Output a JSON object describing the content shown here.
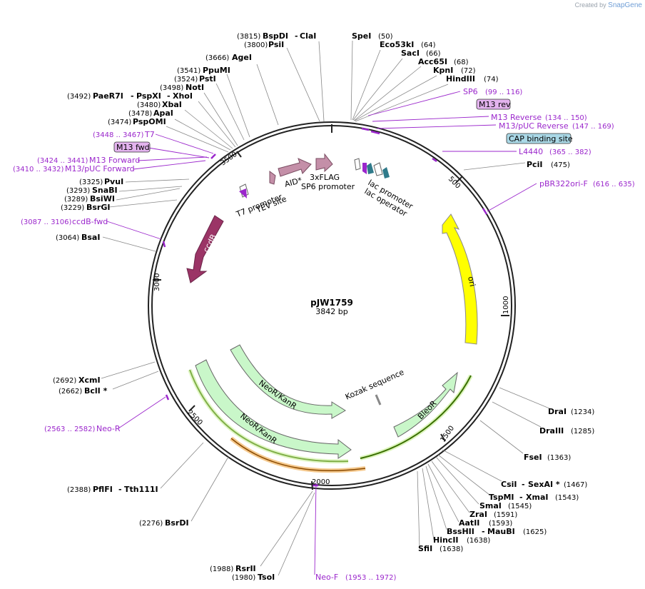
{
  "credit": {
    "prefix": "Created by",
    "brand": "SnapGene"
  },
  "plasmid": {
    "name": "pJW1759",
    "size_label": "3842 bp",
    "length": 3842
  },
  "ticks": [
    {
      "pos": 500,
      "label": "500"
    },
    {
      "pos": 1000,
      "label": "1000"
    },
    {
      "pos": 1500,
      "label": "1500"
    },
    {
      "pos": 2000,
      "label": "2000"
    },
    {
      "pos": 2500,
      "label": "2500"
    },
    {
      "pos": 3000,
      "label": "3000"
    },
    {
      "pos": 3500,
      "label": "3500"
    }
  ],
  "sites": [
    {
      "name": "BspDI",
      "pos": "(3815)",
      "sep": "-",
      "name2": "ClaI",
      "bp": 3815
    },
    {
      "name": "PsiI",
      "pos": "(3800)",
      "bp": 3800
    },
    {
      "name": "AgeI",
      "pos": "(3666)",
      "bp": 3666
    },
    {
      "name": "PpuMI",
      "pos": "(3541)",
      "bp": 3541
    },
    {
      "name": "PstI",
      "pos": "(3524)",
      "bp": 3524
    },
    {
      "name": "NotI",
      "pos": "(3498)",
      "bp": 3498
    },
    {
      "name": "PaeR7I",
      "pos": "(3492)",
      "sep": "-",
      "name2": "PspXI",
      "name3": "XhoI",
      "bp": 3492
    },
    {
      "name": "XbaI",
      "pos": "(3480)",
      "bp": 3480
    },
    {
      "name": "ApaI",
      "pos": "(3478)",
      "bp": 3478
    },
    {
      "name": "PspOMI",
      "pos": "(3474)",
      "bp": 3474
    },
    {
      "name": "PvuI",
      "pos": "(3325)",
      "bp": 3325
    },
    {
      "name": "SnaBI",
      "pos": "(3293)",
      "bp": 3293
    },
    {
      "name": "BsiWI",
      "pos": "(3289)",
      "bp": 3289
    },
    {
      "name": "BsrGI",
      "pos": "(3229)",
      "bp": 3229
    },
    {
      "name": "BsaI",
      "pos": "(3064)",
      "bp": 3064
    },
    {
      "name": "XcmI",
      "pos": "(2692)",
      "bp": 2692
    },
    {
      "name": "BclI *",
      "pos": "(2662)",
      "bp": 2662
    },
    {
      "name": "PflFI",
      "pos": "(2388)",
      "sep": "-",
      "name2": "Tth111I",
      "bp": 2388
    },
    {
      "name": "BsrDI",
      "pos": "(2276)",
      "bp": 2276
    },
    {
      "name": "RsrII",
      "pos": "(1988)",
      "bp": 1988
    },
    {
      "name": "TsoI",
      "pos": "(1980)",
      "bp": 1980
    },
    {
      "name": "SpeI",
      "pos": "(50)",
      "bp": 50
    },
    {
      "name": "Eco53kI",
      "pos": "(64)",
      "bp": 64
    },
    {
      "name": "SacI",
      "pos": "(66)",
      "bp": 66
    },
    {
      "name": "Acc65I",
      "pos": "(68)",
      "bp": 68
    },
    {
      "name": "KpnI",
      "pos": "(72)",
      "bp": 72
    },
    {
      "name": "HindIII",
      "pos": "(74)",
      "bp": 74
    },
    {
      "name": "PciI",
      "pos": "(475)",
      "bp": 475
    },
    {
      "name": "DraI",
      "pos": "(1234)",
      "bp": 1234
    },
    {
      "name": "DraIII",
      "pos": "(1285)",
      "bp": 1285
    },
    {
      "name": "FseI",
      "pos": "(1363)",
      "bp": 1363
    },
    {
      "name": "CsiI",
      "pos": "(1467)",
      "sep": "-",
      "name2": "SexAI *",
      "bp": 1467
    },
    {
      "name": "TspMI",
      "pos": "(1543)",
      "sep": "-",
      "name2": "XmaI",
      "bp": 1543
    },
    {
      "name": "SmaI",
      "pos": "(1545)",
      "bp": 1545
    },
    {
      "name": "ZraI",
      "pos": "(1591)",
      "bp": 1591
    },
    {
      "name": "AatII",
      "pos": "(1593)",
      "bp": 1593
    },
    {
      "name": "BssHII",
      "pos": "(1625)",
      "sep": "-",
      "name2": "MauBI",
      "bp": 1625
    },
    {
      "name": "HincII",
      "pos": "(1638)",
      "bp": 1638
    },
    {
      "name": "SfiI",
      "pos": "(1638)",
      "bp": 1638
    }
  ],
  "primers": [
    {
      "name": "SP6",
      "pos": "(99 .. 116)"
    },
    {
      "name": "M13 rev",
      "boxed": true
    },
    {
      "name": "M13 Reverse",
      "pos": "(134 .. 150)"
    },
    {
      "name": "M13/pUC Reverse",
      "pos": "(147 .. 169)"
    },
    {
      "name": "CAP binding site",
      "boxed": true
    },
    {
      "name": "L4440",
      "pos": "(365 .. 382)"
    },
    {
      "name": "pBR322ori-F",
      "pos": "(616 .. 635)"
    },
    {
      "name": "T7",
      "pos": "(3448 .. 3467)"
    },
    {
      "name": "M13 fwd",
      "boxed": true
    },
    {
      "name": "M13 Forward",
      "pos": "(3424 .. 3441)"
    },
    {
      "name": "M13/pUC Forward",
      "pos": "(3410 .. 3432)"
    },
    {
      "name": "ccdB-fwd",
      "pos": "(3087 .. 3106)"
    },
    {
      "name": "Neo-R",
      "pos": "(2563 .. 2582)"
    },
    {
      "name": "Neo-F",
      "pos": "(1953 .. 1972)"
    }
  ],
  "features": [
    {
      "name": "ccdB",
      "color": "#9b3466"
    },
    {
      "name": "ori",
      "color": "#ffff00"
    },
    {
      "name": "NeoR/KanR",
      "color": "#c9f7c9"
    },
    {
      "name": "NeoR/KanR",
      "color": "#c9f7c9"
    },
    {
      "name": "BleoR",
      "color": "#c9f7c9"
    },
    {
      "name": "AID*",
      "color": "#c48fa8"
    },
    {
      "name": "3xFLAG",
      "color": "#c48fa8"
    },
    {
      "name": "SP6 promoter"
    },
    {
      "name": "T7 promoter"
    },
    {
      "name": "TEV site"
    },
    {
      "name": "lac promoter"
    },
    {
      "name": "lac operator"
    },
    {
      "name": "Kozak sequence"
    }
  ],
  "colors": {
    "primer": "#9b27cc",
    "backbone": "#222222",
    "box_fill": "#e3b3ee",
    "cap_fill": "#aad8e6"
  }
}
